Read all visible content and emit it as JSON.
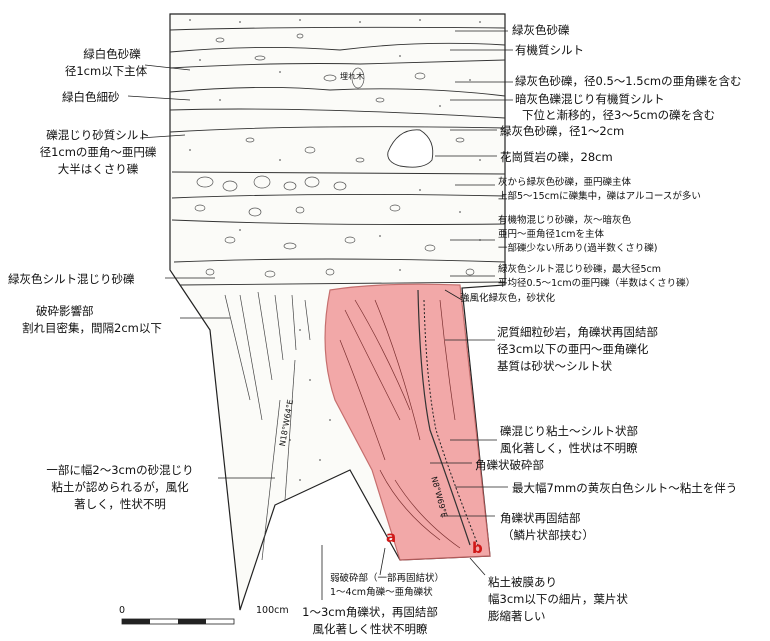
{
  "labels_right": [
    "緑灰色砂礫",
    "有機質シルト",
    "緑灰色砂礫，径0.5～1.5cmの亜角礫を含む",
    "暗灰色礫混じり有機質シルト",
    "下位と漸移的，径3～5cmの礫を含む",
    "緑灰色砂礫，径1～2cm",
    "花崗質岩の礫，28cm"
  ],
  "labels_right_small": [
    "灰から緑灰色砂礫，亜円礫主体",
    "上部5～15cmに礫集中，礫はアルコースが多い",
    "有機物混じり砂礫，灰～暗灰色",
    "亜円～亜角径1cmを主体",
    "一部礫少ない所あり(過半数くさり礫)",
    "緑灰色シルト混じり砂礫，最大径5cm",
    "平均径0.5～1cmの亜円礫（半数はくさり礫）",
    "強風化緑灰色，砂状化"
  ],
  "labels_right_lower": [
    "泥質細粒砂岩，角礫状再固結部",
    "径3cm以下の亜円～亜角礫化",
    "基質は砂状～シルト状",
    "礫混じり粘土～シルト状部",
    "風化著しく，性状は不明瞭",
    "角礫状破砕部",
    "最大幅7mmの黄灰白色シルト～粘土を伴う",
    "角礫状再固結部",
    "（鱗片状部挟む）",
    "粘土被膜あり",
    "幅3cm以下の細片，葉片状",
    "膨縮著しい"
  ],
  "labels_left": [
    "緑白色砂礫",
    "径1cm以下主体",
    "緑白色細砂",
    "礫混じり砂質シルト",
    "径1cmの亜角～亜円礫",
    "大半はくさり礫",
    "緑灰色シルト混じり砂礫",
    "破砕影響部",
    "割れ目密集，間隔2cm以下",
    "一部に幅2～3cmの砂混じり",
    "粘土が認められるが，風化",
    "著しく，性状不明"
  ],
  "labels_bottom": [
    "弱破砕部（一部再固結状）",
    "1～4cm角礫～亜角礫状",
    "1～3cm角礫状，再固結部",
    "風化著しく性状不明瞭"
  ],
  "inner": {
    "wood": "埋れ木",
    "strike_left": "N18°W64°E",
    "strike_right": "N8°W69°E",
    "point_a": "a",
    "point_b": "b"
  },
  "scale": {
    "zero": "0",
    "max": "100cm"
  },
  "colors": {
    "fault_zone": "#f2a0a0",
    "fault_stroke": "#c06060",
    "line": "#222222",
    "accent_red": "#d01818"
  }
}
